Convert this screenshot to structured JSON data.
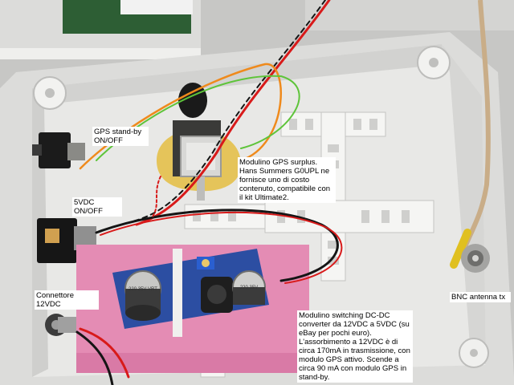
{
  "labels": {
    "gps_standby": "GPS stand-by ON/OFF",
    "gps_module": "Modulino GPS surplus. Hans Summers G0UPL ne fornisce uno di costo contenuto, compatibile con il kit Ultimate2.",
    "vdc5_switch": "5VDC ON/OFF",
    "connector_12vdc": "Connettore 12VDC",
    "switching_module": "Modulino switching DC-DC converter da 12VDC a 5VDC (su eBay per pochi euro). L'assorbimento a 12VDC è di circa 170mA in trasmissione, con modulo GPS attivo. Scende a circa 90 mA con modulo GPS in stand-by.",
    "bnc_antenna": "BNC antenna tx"
  },
  "components": {
    "capacitor_left_text": "220 35V VRT",
    "capacitor_right_text": "220 35V"
  },
  "colors": {
    "enclosure": "#e6e6e4",
    "enclosure_shadow": "#bdbdbb",
    "pcb_blue": "#2f4fa0",
    "pink_foam": "#e58fb6",
    "wire_red": "#d81a1a",
    "wire_black": "#151515",
    "wire_orange": "#ef8a1c",
    "wire_green": "#5ec43a",
    "coax": "#c9ad88",
    "label_bg": "#ffffff"
  }
}
